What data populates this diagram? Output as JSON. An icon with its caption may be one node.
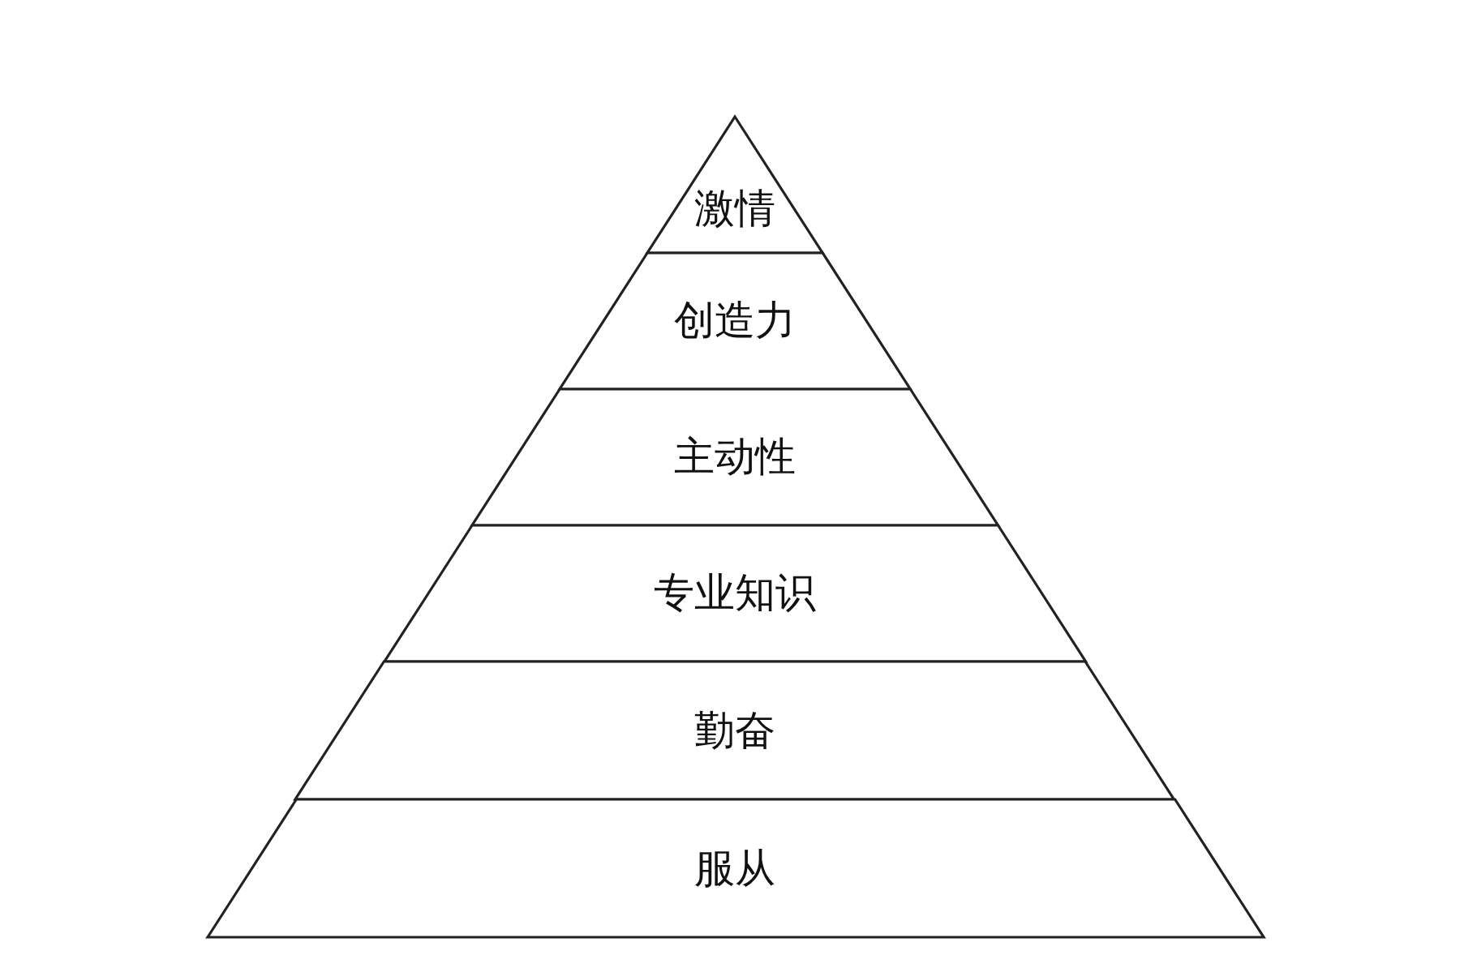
{
  "diagram": {
    "nodes": [
      {
        "text": [
          "激情"
        ]
      },
      {
        "text": [
          "创造力"
        ]
      },
      {
        "text": [
          "主动性"
        ]
      },
      {
        "text": [
          "专业知识"
        ]
      },
      {
        "text": [
          "勤奋"
        ]
      },
      {
        "text": [
          "服从"
        ]
      }
    ]
  }
}
